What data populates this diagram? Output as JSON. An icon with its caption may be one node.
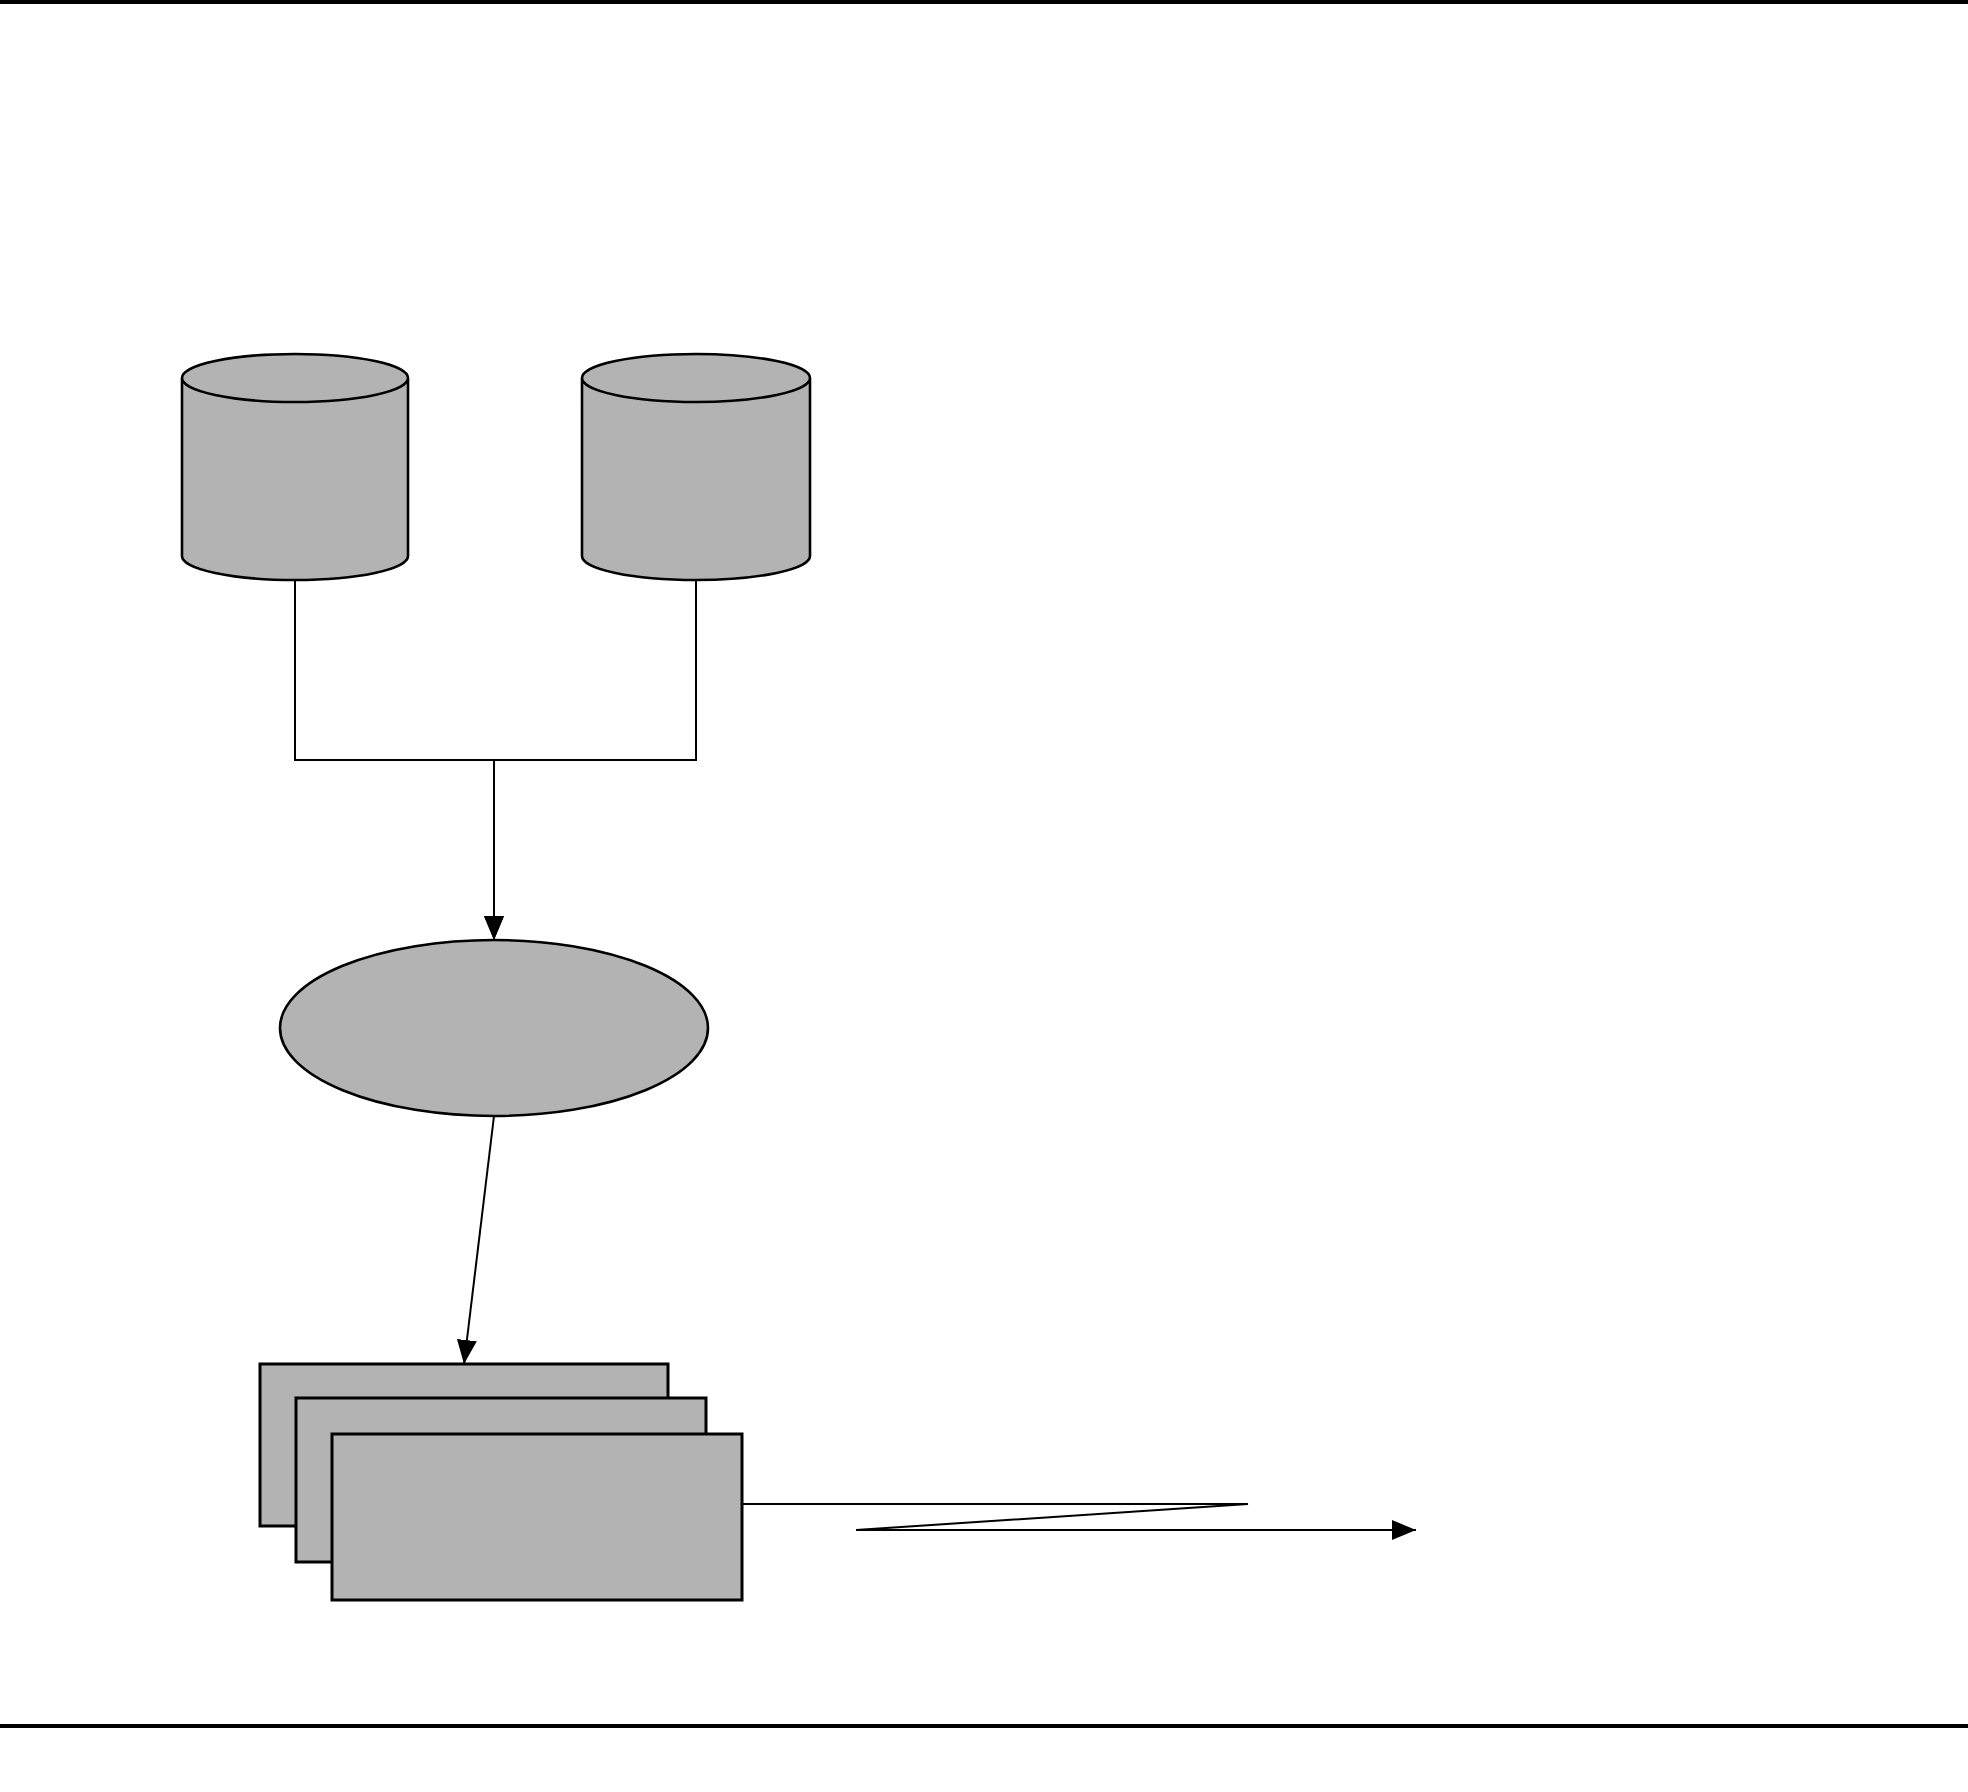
{
  "diagram": {
    "nodes": [
      {
        "text": [],
        "shape": "cylinder"
      },
      {
        "text": [],
        "shape": "cylinder"
      },
      {
        "text": [],
        "shape": "ellipse"
      },
      {
        "text": [],
        "shape": "box"
      },
      {
        "text": [],
        "shape": "box"
      },
      {
        "text": [],
        "shape": "box"
      }
    ],
    "edges": [
      {
        "from": 0,
        "to": 2,
        "arrow": "to"
      },
      {
        "from": 1,
        "to": 2,
        "arrow": "to"
      },
      {
        "from": 2,
        "to": 3,
        "arrow": "to"
      },
      {
        "from": 5,
        "to": null,
        "arrow": "to"
      }
    ]
  }
}
